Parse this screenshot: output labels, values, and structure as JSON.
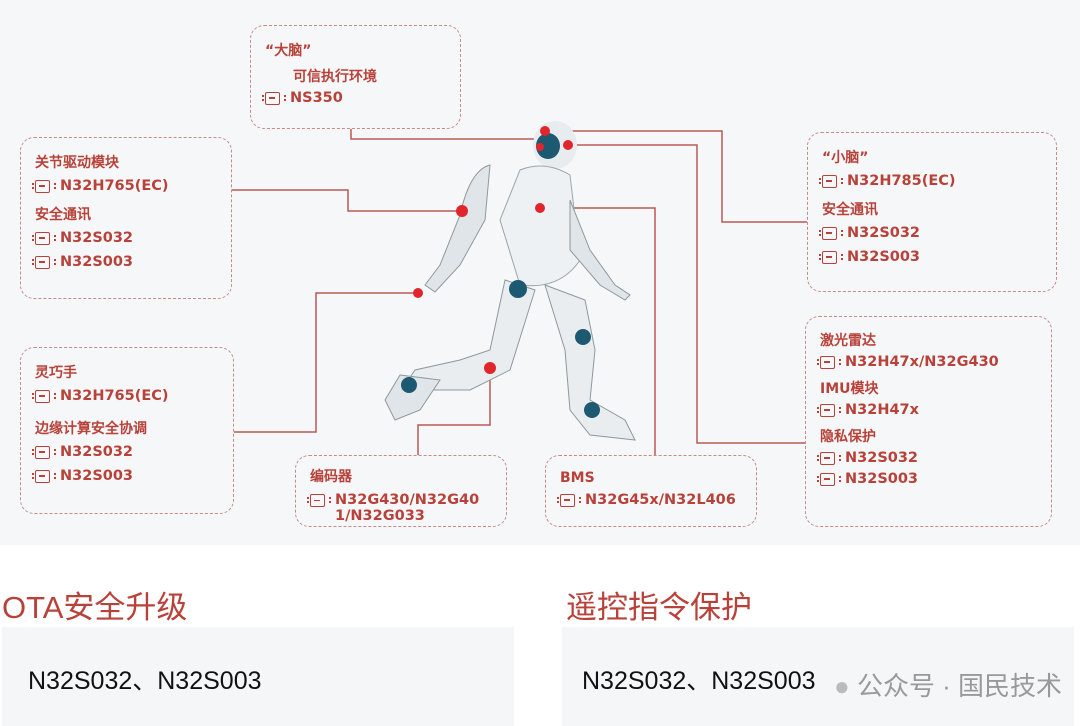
{
  "accent_color": "#b8423a",
  "boxes": {
    "brain": {
      "title": "“大脑”",
      "sub": "可信执行环境",
      "chips": [
        "NS350"
      ]
    },
    "joint": {
      "title": "关节驱动模块",
      "chips": [
        "N32H765(EC)"
      ],
      "title2": "安全通讯",
      "chips2": [
        "N32S032",
        "N32S003"
      ]
    },
    "hand": {
      "title": "灵巧手",
      "chips": [
        "N32H765(EC)"
      ],
      "title2": "边缘计算安全协调",
      "chips2": [
        "N32S032",
        "N32S003"
      ]
    },
    "encoder": {
      "title": "编码器",
      "chips": [
        "N32G430/N32G401/N32G033"
      ]
    },
    "bms": {
      "title": "BMS",
      "chips": [
        "N32G45x/N32L406"
      ]
    },
    "cerebellum": {
      "title": "“小脑”",
      "chips": [
        "N32H785(EC)"
      ],
      "title2": "安全通讯",
      "chips2": [
        "N32S032",
        "N32S003"
      ]
    },
    "sensors": {
      "t1": "激光雷达",
      "c1": "N32H47x/N32G430",
      "t2": "IMU模块",
      "c2": "N32H47x",
      "t3": "隐私保护",
      "c3a": "N32S032",
      "c3b": "N32S003"
    }
  },
  "sections": [
    {
      "title": "OTA安全升级",
      "value": "N32S032、N32S003"
    },
    {
      "title": "遥控指令保护",
      "value": "N32S032、N32S003"
    }
  ],
  "watermark": "公众号 · 国民技术",
  "icons": {
    "chip": "chip-icon"
  }
}
